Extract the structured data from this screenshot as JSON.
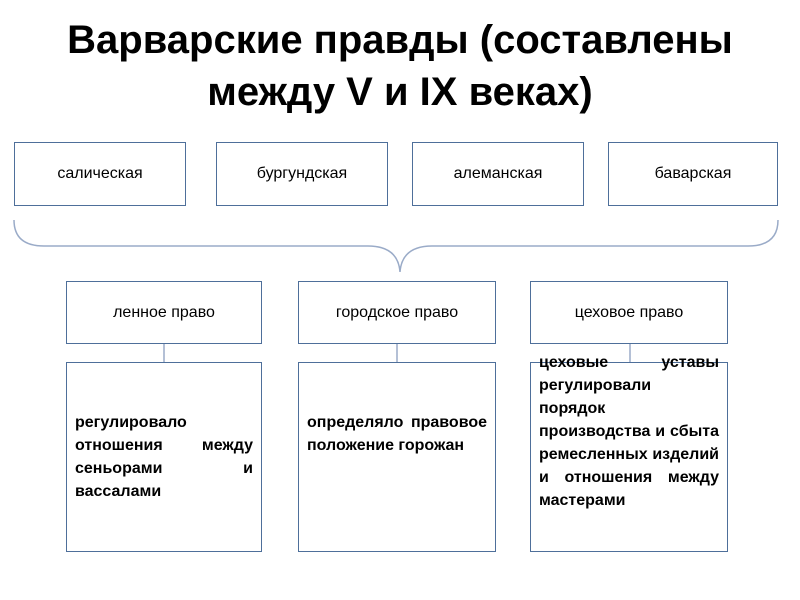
{
  "title": "Варварские правды (составлены между V и IX веках)",
  "top_boxes": [
    {
      "label": "салическая"
    },
    {
      "label": "бургундская"
    },
    {
      "label": "алеманская"
    },
    {
      "label": "баварская"
    }
  ],
  "law_boxes": [
    {
      "label": "ленное право",
      "description": "регулировало отношения между сеньорами и вассалами"
    },
    {
      "label": "городское право",
      "description": "определяло правовое положение горожан"
    },
    {
      "label": "цеховое право",
      "description": "цеховые уставы регулировали порядок производства и сбыта ремесленных изделий и отношения между мастерами"
    }
  ],
  "colors": {
    "box_border": "#4e6f9a",
    "connector": "#9aabc8"
  }
}
